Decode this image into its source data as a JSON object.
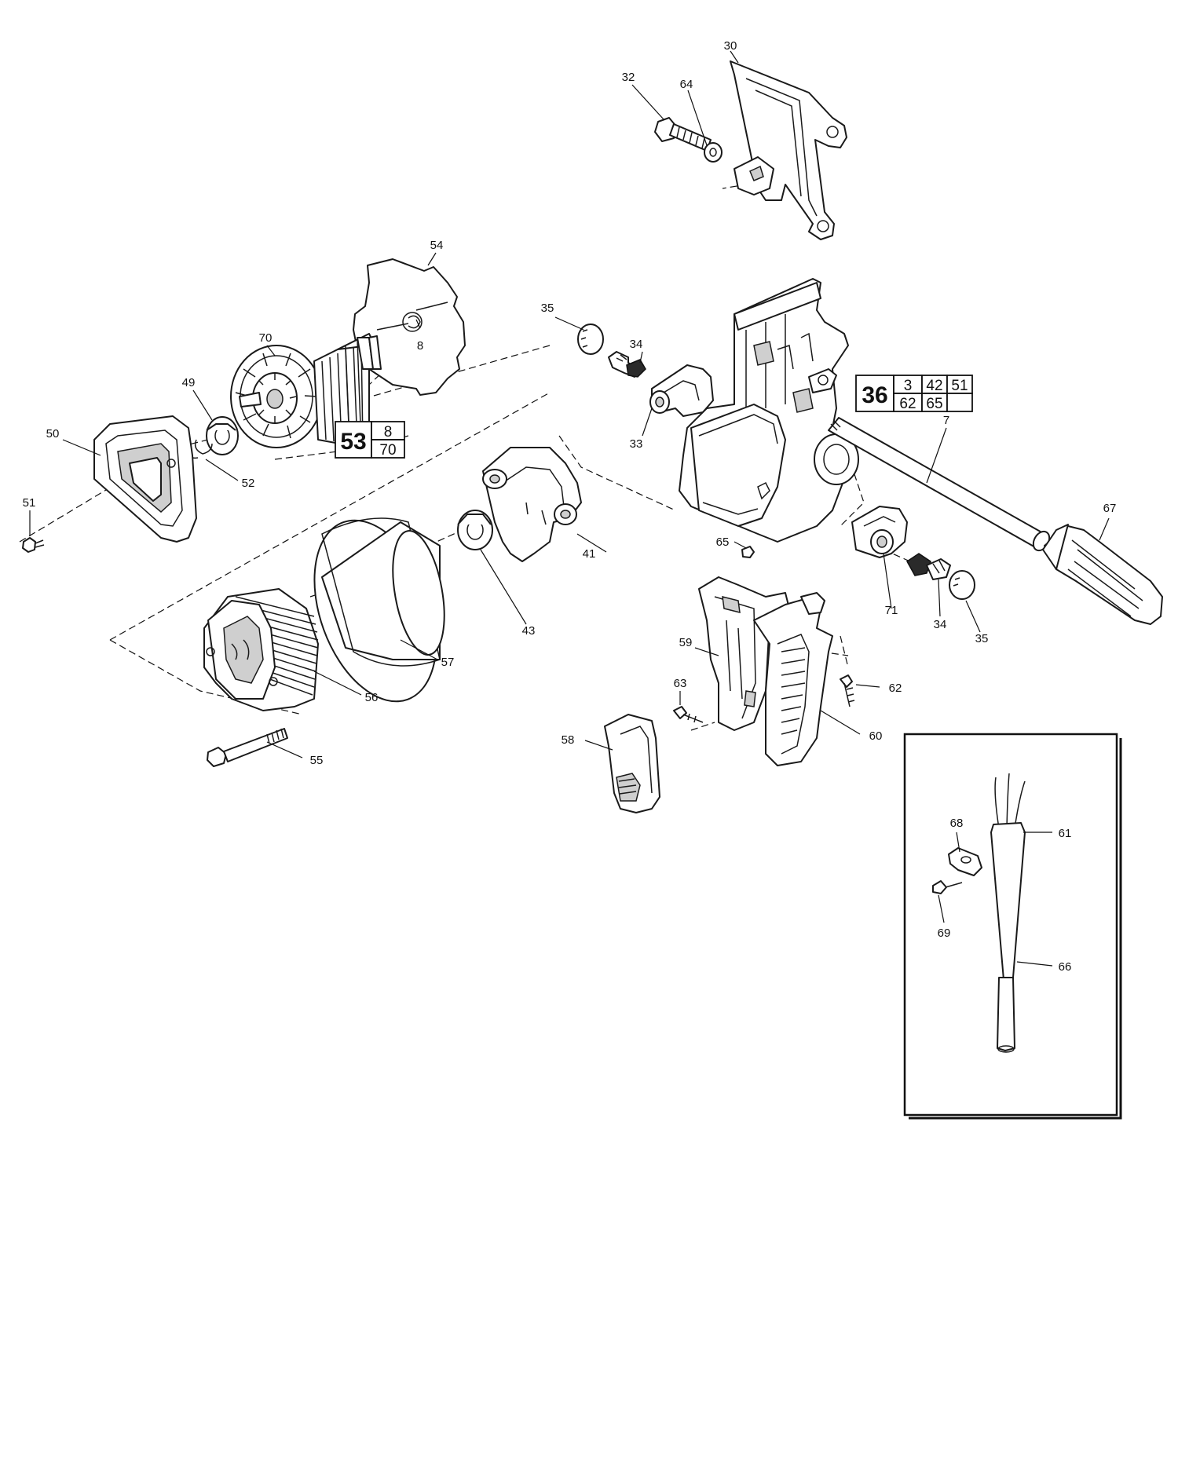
{
  "labels": [
    {
      "id": "30",
      "text": "30"
    },
    {
      "id": "32",
      "text": "32"
    },
    {
      "id": "64a",
      "text": "64"
    },
    {
      "id": "54",
      "text": "54"
    },
    {
      "id": "35a",
      "text": "35"
    },
    {
      "id": "34a",
      "text": "34"
    },
    {
      "id": "70",
      "text": "70"
    },
    {
      "id": "8",
      "text": "8"
    },
    {
      "id": "49",
      "text": "49"
    },
    {
      "id": "50",
      "text": "50"
    },
    {
      "id": "52",
      "text": "52"
    },
    {
      "id": "51",
      "text": "51"
    },
    {
      "id": "33",
      "text": "33"
    },
    {
      "id": "7",
      "text": "7"
    },
    {
      "id": "67",
      "text": "67"
    },
    {
      "id": "41",
      "text": "41"
    },
    {
      "id": "43",
      "text": "43"
    },
    {
      "id": "65",
      "text": "65"
    },
    {
      "id": "71",
      "text": "71"
    },
    {
      "id": "34b",
      "text": "34"
    },
    {
      "id": "35b",
      "text": "35"
    },
    {
      "id": "57",
      "text": "57"
    },
    {
      "id": "56",
      "text": "56"
    },
    {
      "id": "55",
      "text": "55"
    },
    {
      "id": "59",
      "text": "59"
    },
    {
      "id": "62",
      "text": "62"
    },
    {
      "id": "63",
      "text": "63"
    },
    {
      "id": "60",
      "text": "60"
    },
    {
      "id": "58",
      "text": "58"
    },
    {
      "id": "68",
      "text": "68"
    },
    {
      "id": "61",
      "text": "61"
    },
    {
      "id": "69",
      "text": "69"
    },
    {
      "id": "66",
      "text": "66"
    }
  ],
  "kits": {
    "k53": {
      "main": "53",
      "top": "8",
      "bottom": "70"
    },
    "k36": {
      "main": "36",
      "top": [
        "3",
        "42",
        "51"
      ],
      "bottom": [
        "62",
        "65",
        ""
      ]
    }
  }
}
